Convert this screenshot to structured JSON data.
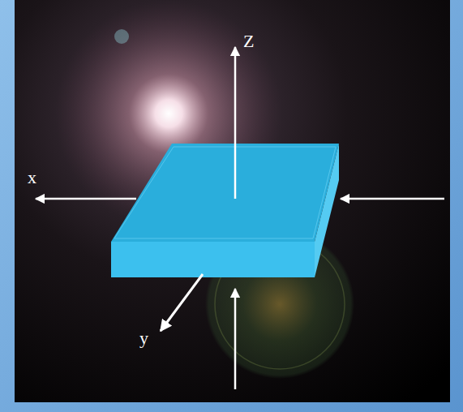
{
  "diagram": {
    "labels": [
      "Z",
      "x",
      "y"
    ]
  }
}
